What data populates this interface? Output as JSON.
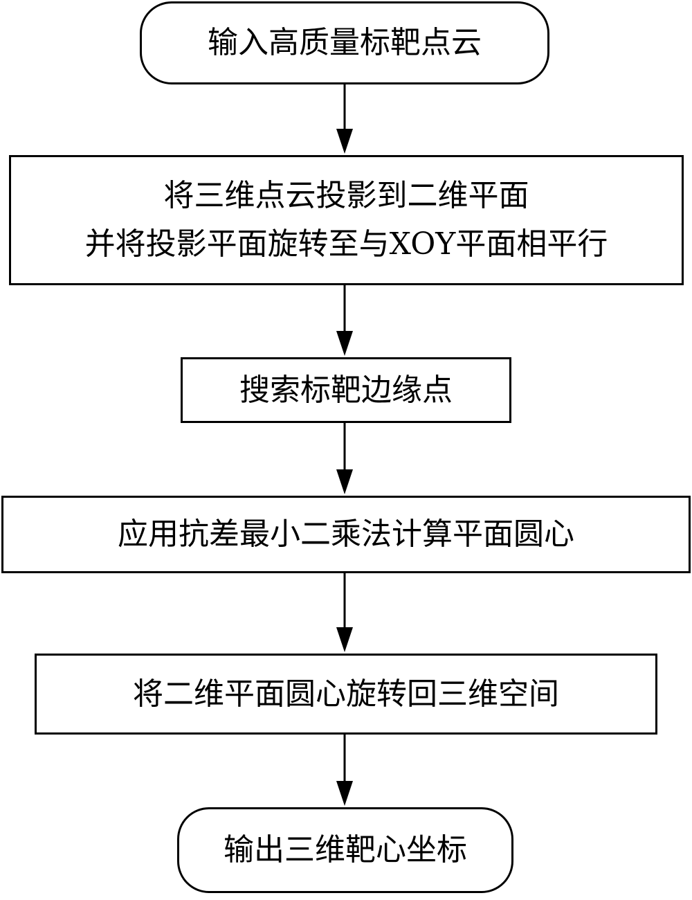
{
  "flowchart": {
    "start": "输入高质量标靶点云",
    "step1_line1": "将三维点云投影到二维平面",
    "step1_line2": "并将投影平面旋转至与XOY平面相平行",
    "step2": "搜索标靶边缘点",
    "step3": "应用抗差最小二乘法计算平面圆心",
    "step4": "将二维平面圆心旋转回三维空间",
    "end": "输出三维靶心坐标"
  }
}
